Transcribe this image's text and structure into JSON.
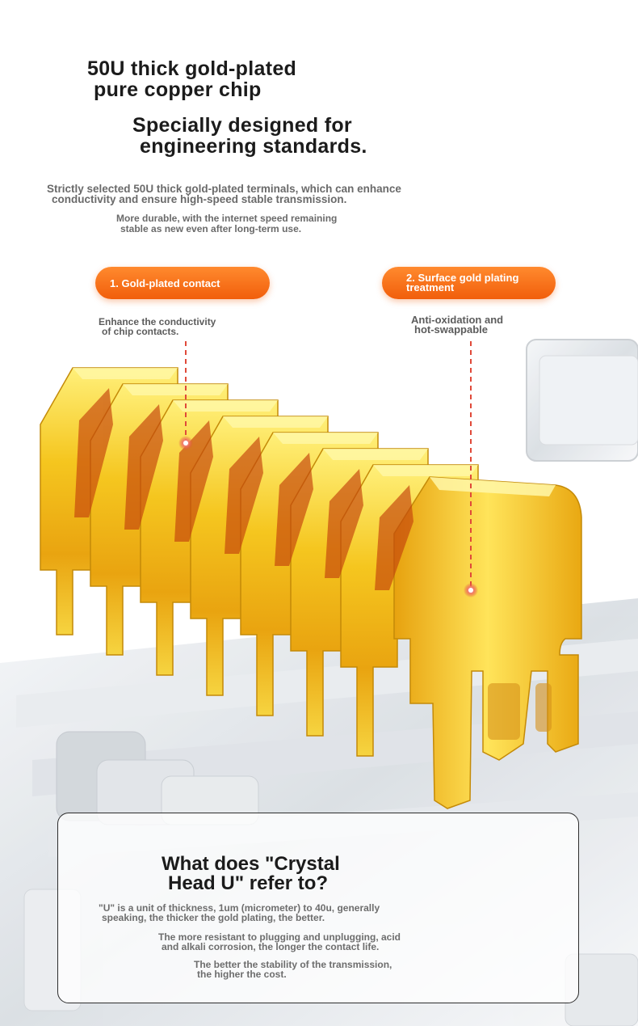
{
  "headline": {
    "line1": "50U thick gold-plated",
    "line2": "pure copper chip"
  },
  "subheadline": {
    "line1": "Specially designed for",
    "line2": "engineering standards."
  },
  "description": {
    "p1_line1": "Strictly selected 50U thick gold-plated terminals, which can enhance",
    "p1_line2": "conductivity and ensure high-speed stable transmission.",
    "p2_line1": "More durable, with the internet speed remaining",
    "p2_line2": "stable as new even after long-term use."
  },
  "features": [
    {
      "label": "1. Gold-plated contact",
      "note_line1": "Enhance the conductivity",
      "note_line2": "of chip contacts."
    },
    {
      "label_line1": "2. Surface gold plating",
      "label_line2": "treatment",
      "note_line1": "Anti-oxidation and",
      "note_line2": "hot-swappable"
    }
  ],
  "faq": {
    "title_line1": "What does \"Crystal",
    "title_line2": "Head U\" refer to?",
    "a1_line1": "\"U\" is a unit of thickness, 1um (micrometer) to 40u, generally",
    "a1_line2": "speaking, the thicker the gold plating, the better.",
    "a2_line1": "The more resistant to plugging and unplugging, acid",
    "a2_line2": "and alkali corrosion, the longer the contact life.",
    "a3_line1": "The better the stability of the transmission,",
    "a3_line2": "the higher the cost."
  },
  "colors": {
    "accent_orange": "#f26a14",
    "gold": "#f2c224",
    "marker_red": "#e04a3a"
  }
}
